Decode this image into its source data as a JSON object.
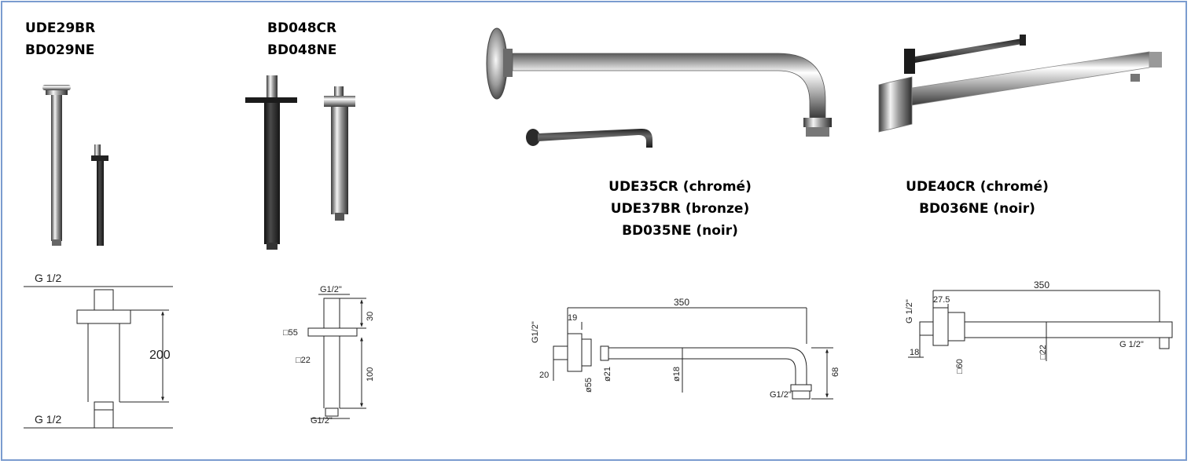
{
  "products": [
    {
      "codes": [
        "UDE29BR",
        "BD029NE"
      ]
    },
    {
      "codes": [
        "BD048CR",
        "BD048NE"
      ]
    },
    {
      "codes": [
        "UDE35CR (chromé)",
        "UDE37BR (bronze)",
        "BD035NE (noir)"
      ]
    },
    {
      "codes": [
        "UDE40CR (chromé)",
        "BD036NE (noir)"
      ]
    }
  ],
  "drawings": {
    "d1": {
      "thread_top": "G 1/2",
      "thread_bottom": "G 1/2",
      "length": "200"
    },
    "d2": {
      "thread_top": "G1/2\"",
      "thread_bottom": "G1/2\"",
      "plate": "□55",
      "tube": "□22",
      "top": "30",
      "length": "100"
    },
    "d3": {
      "thread_wall": "G1/2\"",
      "thread_end": "G1/2\"",
      "length": "350",
      "flange_depth": "19",
      "wall": "20",
      "flange": "ø55",
      "pipe_start": "ø21",
      "pipe": "ø18",
      "drop": "68"
    },
    "d4": {
      "thread_wall": "G 1/2\"",
      "thread_end": "G 1/2\"",
      "length": "350",
      "flange_depth": "27.5",
      "wall": "18",
      "plate": "□60",
      "tube": "□22"
    }
  }
}
